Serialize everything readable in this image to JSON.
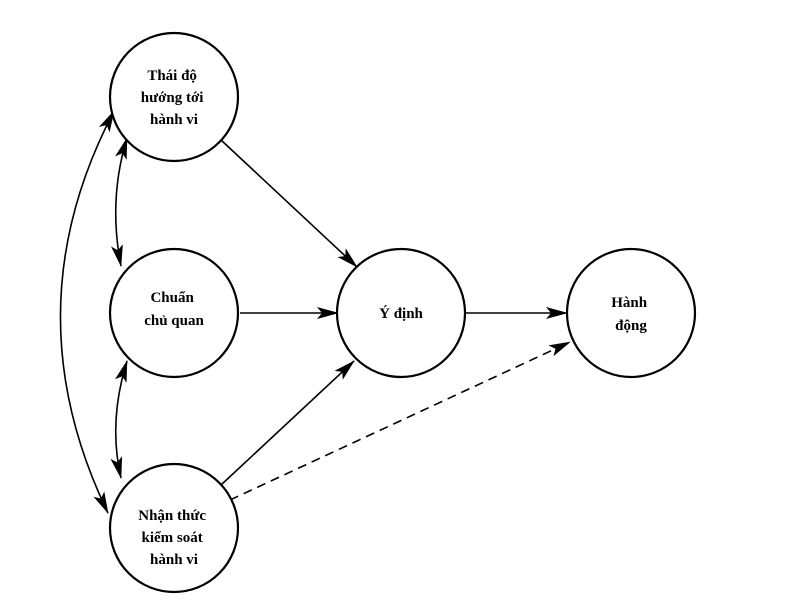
{
  "nodes": {
    "attitude": {
      "lines": [
        "Thái độ",
        "hướng tới",
        "hành vi"
      ]
    },
    "norm": {
      "lines": [
        "Chuẩn",
        "chủ quan"
      ]
    },
    "pbc": {
      "lines": [
        "Nhận thức",
        "kiểm soát",
        "hành vi"
      ]
    },
    "intention": {
      "lines": [
        "Ý định"
      ]
    },
    "behavior": {
      "lines": [
        "Hành",
        "động"
      ]
    }
  },
  "colors": {
    "stroke": "#000000",
    "fill": "#ffffff"
  }
}
